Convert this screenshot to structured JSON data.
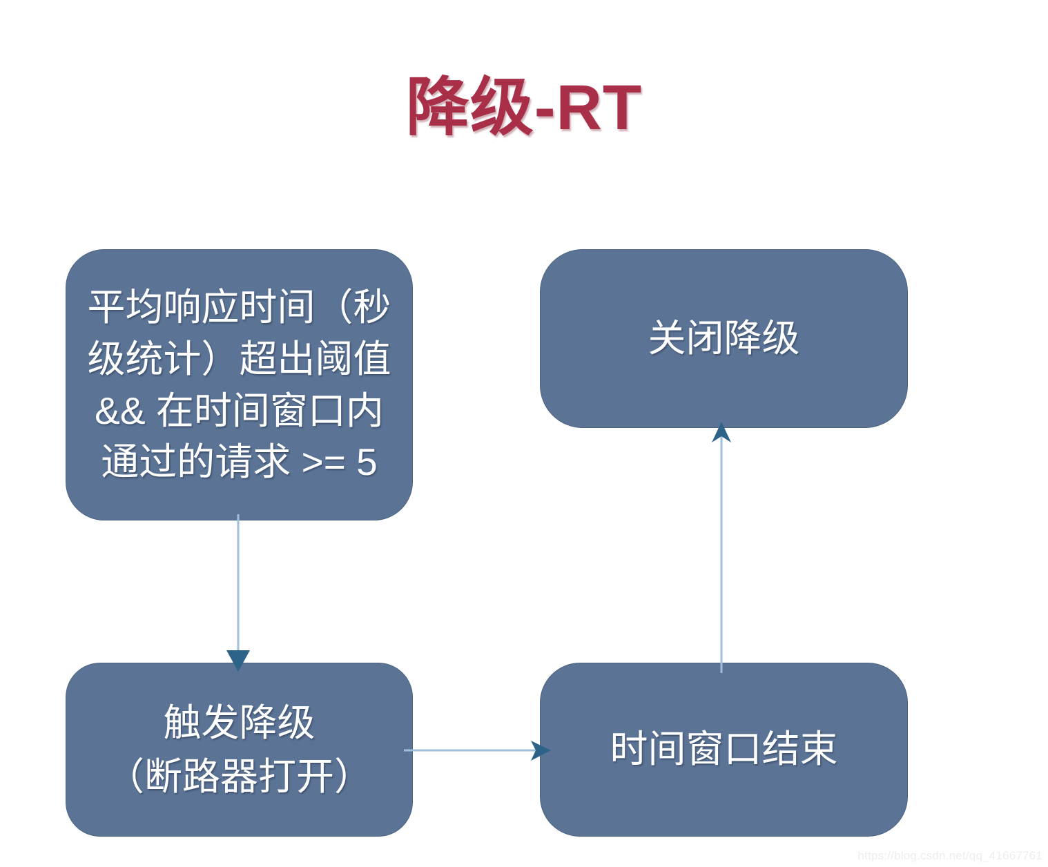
{
  "slide": {
    "title": "降级-RT",
    "background_color": "#FFFFFF",
    "title_color": "#A82F47",
    "box_fill_color": "#5B7395",
    "box_text_color": "#FFFFFF",
    "connector_color": "#9FC0DA",
    "arrowhead_color": "#2E6389"
  },
  "boxes": {
    "condition": {
      "text": "平均响应时间（秒级统计）超出阈值 && 在时间窗口内通过的请求 >= 5"
    },
    "close_degrade": {
      "text": "关闭降级"
    },
    "trigger_degrade": {
      "text": "触发降级\n（断路器打开）"
    },
    "window_end": {
      "text": "时间窗口结束"
    }
  },
  "connectors": [
    {
      "name": "condition-to-trigger",
      "direction": "down"
    },
    {
      "name": "trigger-to-window",
      "direction": "right"
    },
    {
      "name": "window-to-close",
      "direction": "up"
    }
  ],
  "watermark": {
    "text": "https://blog.csdn.net/qq_41667761"
  }
}
